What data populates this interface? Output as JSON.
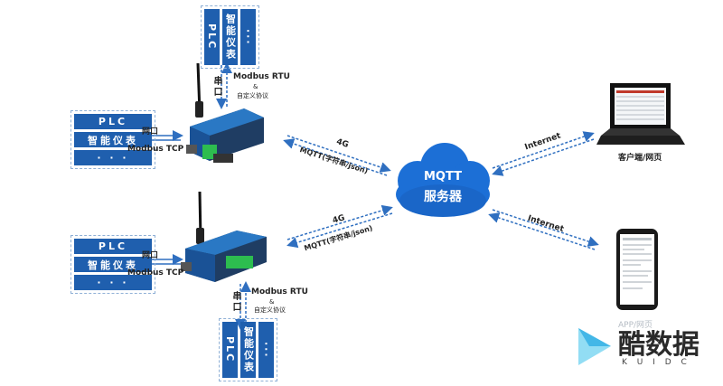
{
  "top_stack": {
    "items": [
      "PLC",
      "智能仪表",
      "···"
    ]
  },
  "bottom_stack": {
    "items": [
      "PLC",
      "智能仪表",
      "···"
    ]
  },
  "left_stack_1": {
    "items": [
      "PLC",
      "智能仪表",
      "· · ·"
    ]
  },
  "left_stack_2": {
    "items": [
      "PLC",
      "智能仪表",
      "· · ·"
    ]
  },
  "gateway_1": {
    "serial_label": "串口",
    "protocol_label": "Modbus RTU",
    "amp": "&",
    "custom_label": "自定义协议",
    "network_label": "网口",
    "tcp_label": "Modbus TCP"
  },
  "gateway_2": {
    "serial_label": "串口",
    "protocol_label": "Modbus RTU",
    "amp": "&",
    "custom_label": "自定义协议",
    "network_label": "网口",
    "tcp_label": "Modbus TCP"
  },
  "link_1": {
    "top": "4G",
    "bottom": "MQTT(字符串/json)"
  },
  "link_2": {
    "top": "4G",
    "bottom": "MQTT(字符串/json)"
  },
  "link_3": {
    "label": "Internet"
  },
  "link_4": {
    "label": "Internet"
  },
  "cloud": {
    "line1": "MQTT",
    "line2": "服务器"
  },
  "laptop": {
    "label": "客户端/网页"
  },
  "watermark": {
    "cn": "酷数据",
    "en": "K U I D C",
    "small": "APP/网页"
  },
  "colors": {
    "device_blue": "#1f5fae",
    "cloud_blue": "#1c6fd6",
    "arrow_blue": "#2f6fc0"
  }
}
